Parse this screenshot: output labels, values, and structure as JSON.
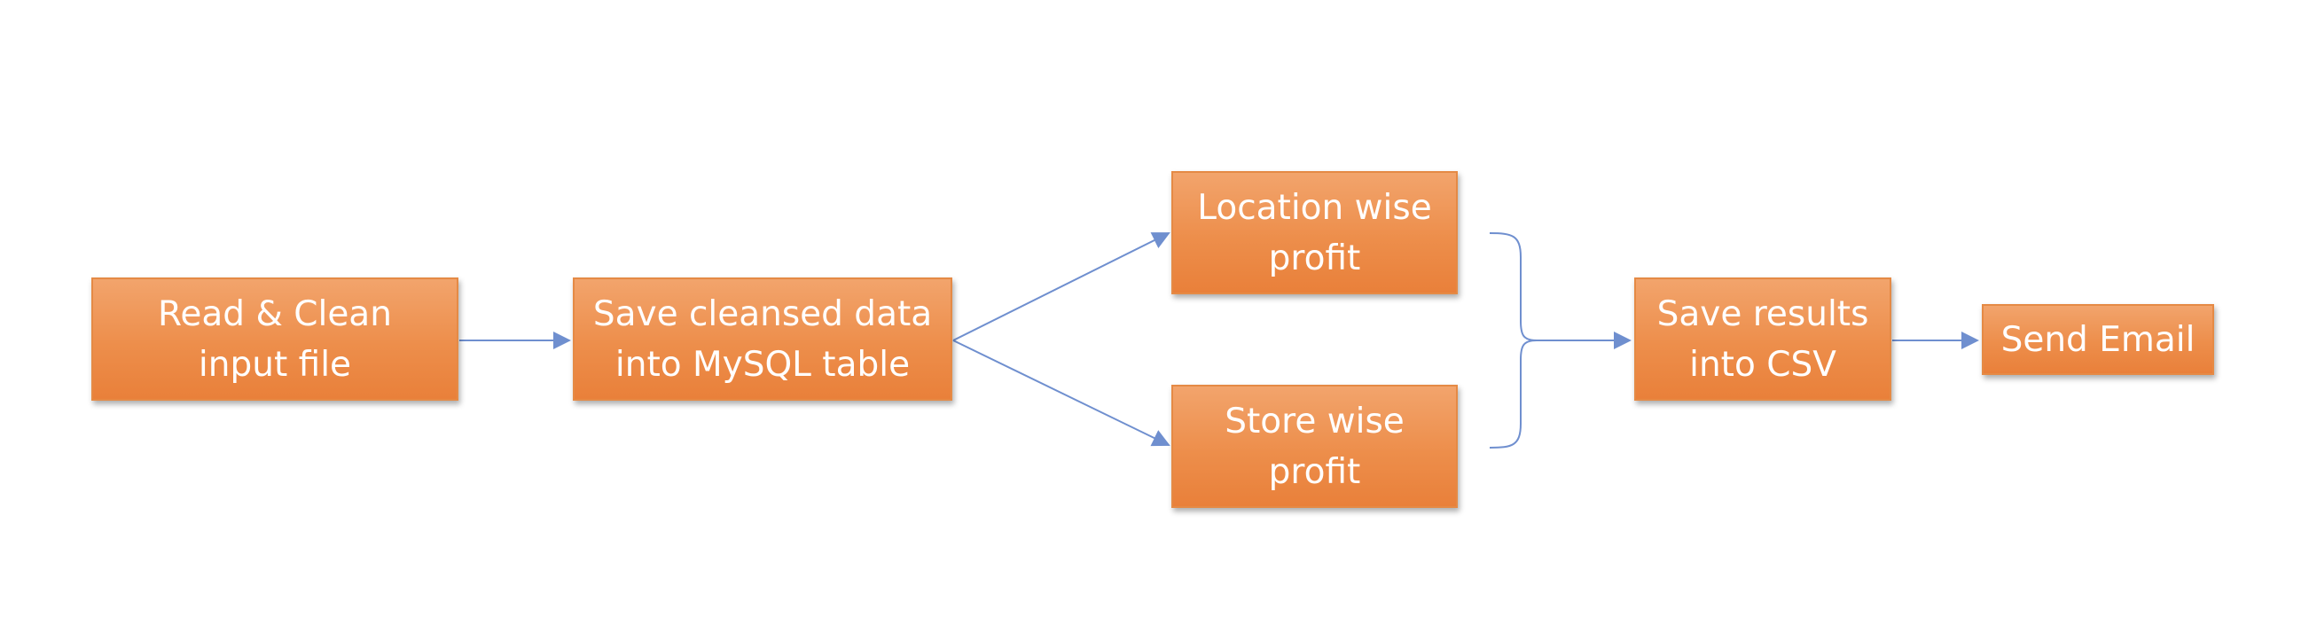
{
  "diagram": {
    "boxes": {
      "read_clean": "Read & Clean\ninput file",
      "save_mysql": "Save cleansed data\ninto MySQL table",
      "location_profit": "Location wise\nprofit",
      "store_profit": "Store wise\nprofit",
      "save_csv": "Save results\ninto CSV",
      "send_email": "Send Email"
    },
    "colors": {
      "box_fill": "#ed8e4b",
      "box_text": "#ffffff",
      "connector": "#6f8fcf"
    }
  }
}
